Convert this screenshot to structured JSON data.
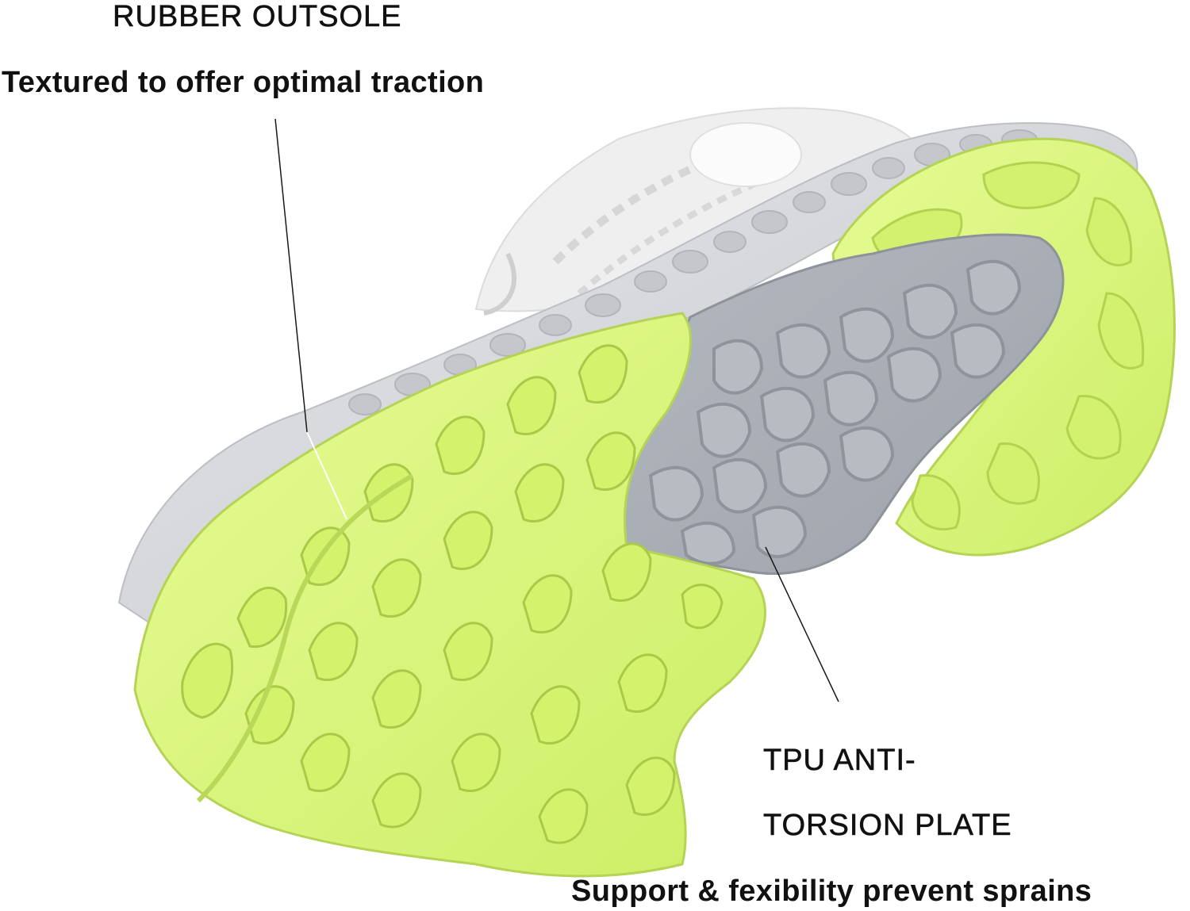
{
  "callouts": {
    "rubber_outsole": {
      "title": "RUBBER OUTSOLE",
      "description": "Textured to offer optimal traction"
    },
    "tpu_plate": {
      "title_line1": "TPU ANTI-",
      "title_line2": "TORSION PLATE",
      "description": "Support & fexibility prevent sprains"
    }
  },
  "colors": {
    "background": "#ffffff",
    "outsole_lime": "#d9f57a",
    "outsole_lime_shadow": "#b9d85a",
    "plate_gray": "#a9adb5",
    "midsole_gray": "#d3d4d8",
    "upper_white": "#f2f2f2",
    "text": "#111111"
  }
}
